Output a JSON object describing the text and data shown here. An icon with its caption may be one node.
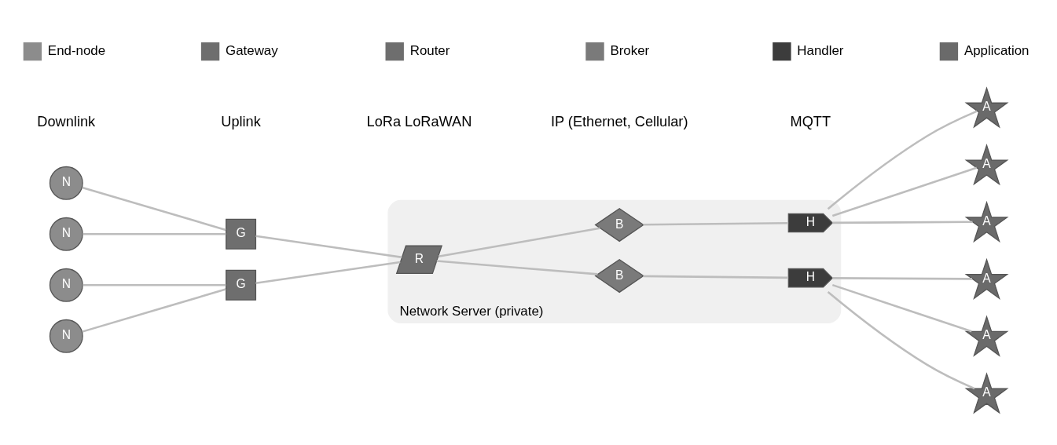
{
  "diagram": {
    "nodes": [
      {
        "text": [
          "Network Server (private)"
        ]
      },
      {
        "text": [
          "N"
        ]
      },
      {
        "text": [
          "N"
        ]
      },
      {
        "text": [
          "N"
        ]
      },
      {
        "text": [
          "N"
        ]
      },
      {
        "text": [
          "G"
        ]
      },
      {
        "text": [
          "G"
        ]
      },
      {
        "text": [
          "R"
        ],
        "in": 0
      },
      {
        "text": [
          "B"
        ],
        "in": 0
      },
      {
        "text": [
          "B"
        ],
        "in": 0
      },
      {
        "text": [
          "H"
        ],
        "in": 0
      },
      {
        "text": [
          "H"
        ],
        "in": 0
      },
      {
        "text": [
          "A"
        ]
      },
      {
        "text": [
          "A"
        ]
      },
      {
        "text": [
          "A"
        ]
      },
      {
        "text": [
          "A"
        ]
      },
      {
        "text": [
          "A"
        ]
      },
      {
        "text": [
          "A"
        ]
      }
    ],
    "edges": [
      {
        "from": 1,
        "to": 5,
        "arrow": "none"
      },
      {
        "from": 2,
        "to": 5,
        "arrow": "none"
      },
      {
        "from": 3,
        "to": 6,
        "arrow": "none"
      },
      {
        "from": 4,
        "to": 6,
        "arrow": "none"
      },
      {
        "from": 5,
        "to": 7,
        "arrow": "none"
      },
      {
        "from": 6,
        "to": 7,
        "arrow": "none"
      },
      {
        "from": 7,
        "to": 8,
        "arrow": "none"
      },
      {
        "from": 7,
        "to": 9,
        "arrow": "none"
      },
      {
        "from": 8,
        "to": 10,
        "arrow": "none"
      },
      {
        "from": 9,
        "to": 11,
        "arrow": "none"
      },
      {
        "from": 10,
        "to": 12,
        "arrow": "none"
      },
      {
        "from": 10,
        "to": 13,
        "arrow": "none"
      },
      {
        "from": 10,
        "to": 14,
        "arrow": "none"
      },
      {
        "from": 11,
        "to": 15,
        "arrow": "none"
      },
      {
        "from": 11,
        "to": 16,
        "arrow": "none"
      },
      {
        "from": 11,
        "to": 17,
        "arrow": "none"
      }
    ],
    "labels": [
      "Downlink",
      "Uplink",
      "LoRa LoRaWAN",
      "IP (Ethernet, Cellular)",
      "MQTT"
    ],
    "legend": [
      {
        "text": "End-node"
      },
      {
        "text": "Gateway"
      },
      {
        "text": "Router"
      },
      {
        "text": "Broker"
      },
      {
        "text": "Handler"
      },
      {
        "text": "Application"
      }
    ]
  }
}
